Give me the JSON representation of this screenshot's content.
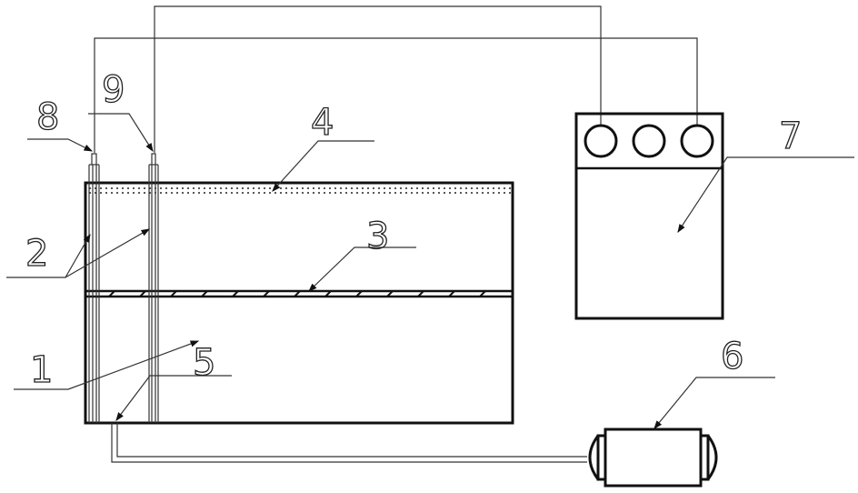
{
  "labels": {
    "l1": "1",
    "l2": "2",
    "l3": "3",
    "l4": "4",
    "l5": "5",
    "l6": "6",
    "l7": "7",
    "l8": "8",
    "l9": "9"
  },
  "colors": {
    "line": "#111111",
    "background": "#ffffff"
  }
}
